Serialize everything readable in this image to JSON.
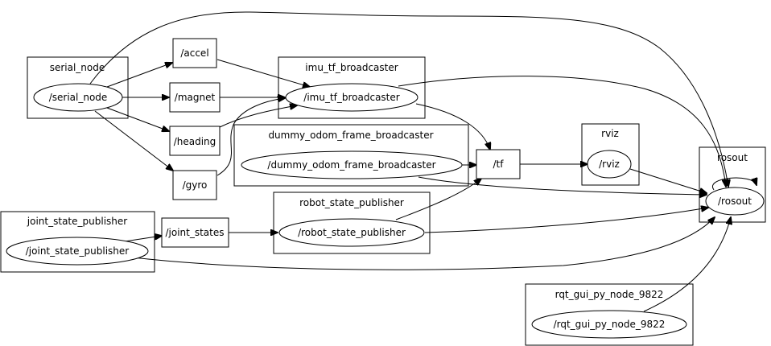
{
  "graph": {
    "type": "rqt_graph",
    "clusters": [
      {
        "id": "serial_node",
        "label": "serial_node"
      },
      {
        "id": "imu_tf_broadcaster",
        "label": "imu_tf_broadcaster"
      },
      {
        "id": "dummy_odom_frame_broadcaster",
        "label": "dummy_odom_frame_broadcaster"
      },
      {
        "id": "robot_state_publisher",
        "label": "robot_state_publisher"
      },
      {
        "id": "joint_state_publisher",
        "label": "joint_state_publisher"
      },
      {
        "id": "rviz",
        "label": "rviz"
      },
      {
        "id": "rosout",
        "label": "rosout"
      },
      {
        "id": "rqt_gui_py_node_9822",
        "label": "rqt_gui_py_node_9822"
      }
    ],
    "nodes": [
      {
        "id": "n_serial",
        "label": "/serial_node"
      },
      {
        "id": "n_imu",
        "label": "/imu_tf_broadcaster"
      },
      {
        "id": "n_dummy",
        "label": "/dummy_odom_frame_broadcaster"
      },
      {
        "id": "n_rsp",
        "label": "/robot_state_publisher"
      },
      {
        "id": "n_jsp",
        "label": "/joint_state_publisher"
      },
      {
        "id": "n_rviz",
        "label": "/rviz"
      },
      {
        "id": "n_rosout",
        "label": "/rosout"
      },
      {
        "id": "n_rqt",
        "label": "/rqt_gui_py_node_9822"
      }
    ],
    "topics": [
      {
        "id": "t_accel",
        "label": "/accel"
      },
      {
        "id": "t_magnet",
        "label": "/magnet"
      },
      {
        "id": "t_heading",
        "label": "/heading"
      },
      {
        "id": "t_gyro",
        "label": "/gyro"
      },
      {
        "id": "t_tf",
        "label": "/tf"
      },
      {
        "id": "t_joint_states",
        "label": "/joint_states"
      }
    ],
    "edges": [
      {
        "from": "/serial_node",
        "to": "/accel"
      },
      {
        "from": "/serial_node",
        "to": "/magnet"
      },
      {
        "from": "/serial_node",
        "to": "/heading"
      },
      {
        "from": "/serial_node",
        "to": "/gyro"
      },
      {
        "from": "/serial_node",
        "to": "/rosout"
      },
      {
        "from": "/accel",
        "to": "/imu_tf_broadcaster"
      },
      {
        "from": "/magnet",
        "to": "/imu_tf_broadcaster"
      },
      {
        "from": "/heading",
        "to": "/imu_tf_broadcaster"
      },
      {
        "from": "/gyro",
        "to": "/imu_tf_broadcaster"
      },
      {
        "from": "/imu_tf_broadcaster",
        "to": "/tf"
      },
      {
        "from": "/imu_tf_broadcaster",
        "to": "/rosout"
      },
      {
        "from": "/dummy_odom_frame_broadcaster",
        "to": "/tf"
      },
      {
        "from": "/dummy_odom_frame_broadcaster",
        "to": "/rosout"
      },
      {
        "from": "/robot_state_publisher",
        "to": "/tf"
      },
      {
        "from": "/robot_state_publisher",
        "to": "/rosout"
      },
      {
        "from": "/joint_state_publisher",
        "to": "/joint_states"
      },
      {
        "from": "/joint_state_publisher",
        "to": "/rosout"
      },
      {
        "from": "/joint_states",
        "to": "/robot_state_publisher"
      },
      {
        "from": "/tf",
        "to": "/rviz"
      },
      {
        "from": "/rviz",
        "to": "/rosout"
      },
      {
        "from": "/rosout",
        "to": "/rosout"
      },
      {
        "from": "/rqt_gui_py_node_9822",
        "to": "/rosout"
      }
    ]
  }
}
